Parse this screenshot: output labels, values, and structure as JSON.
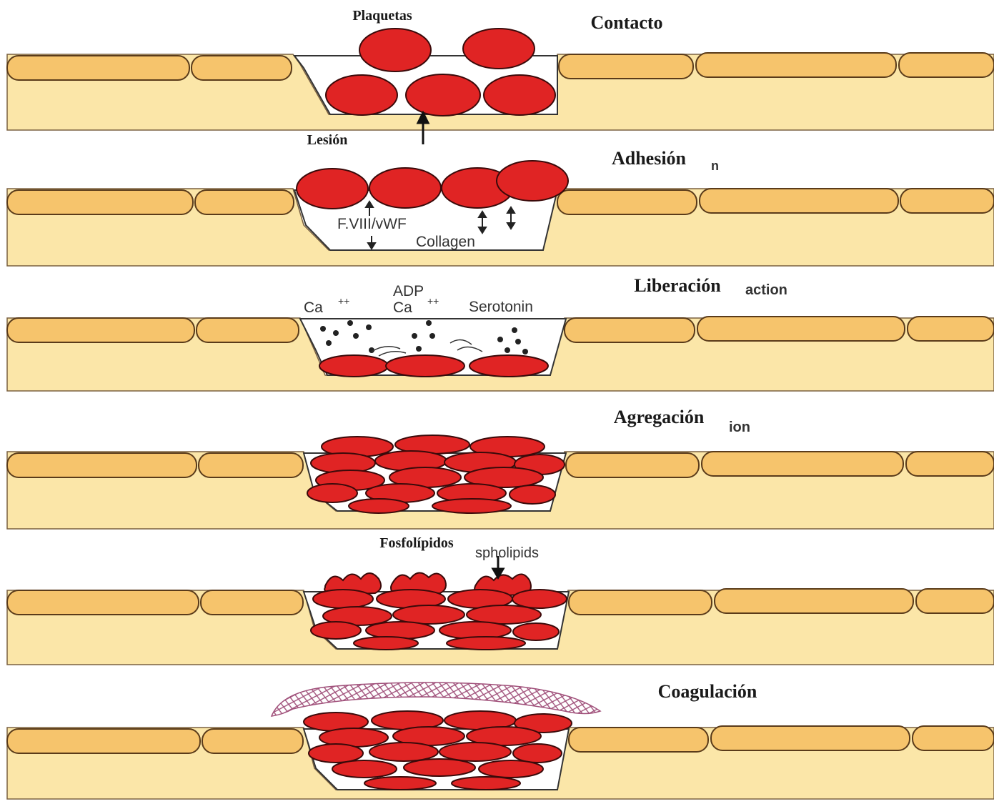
{
  "colors": {
    "tissue": "#fbe6a8",
    "cell_fill": "#f6c46c",
    "cell_stroke": "#5a3b1a",
    "platelet": "#e02424",
    "platelet_stroke": "#3a0a0a",
    "fibrin": "#a0507a"
  },
  "stages": [
    {
      "title": "Contacto",
      "extra": ""
    },
    {
      "title": "Adhesión",
      "extra": "n"
    },
    {
      "title": "Liberación",
      "extra": "action"
    },
    {
      "title": "Agregación",
      "extra": "ion"
    },
    {
      "title": "Fosfolípidos",
      "extra": "spholipids"
    },
    {
      "title": "Coagulación",
      "extra": ""
    }
  ],
  "labels": {
    "plaquetas": "Plaquetas",
    "lesion": "Lesión",
    "fviii": "F.VIII/vWF",
    "collagen": "Collagen",
    "ca_left": "Ca",
    "ca_center": "Ca",
    "superscript": "++",
    "adp": "ADP",
    "serotonin": "Serotonin"
  }
}
